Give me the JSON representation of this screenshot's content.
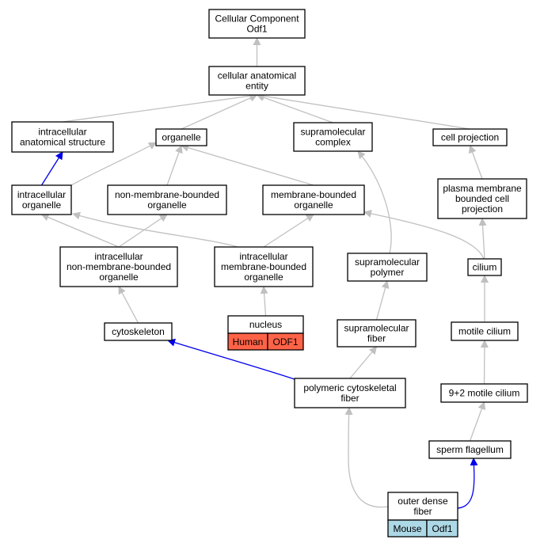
{
  "colors": {
    "human_cell": "#ff6347",
    "mouse_cell": "#add8e6",
    "edge_is_a": "#c0c0c0",
    "edge_part_of": "#0000ee"
  },
  "nodes": [
    {
      "id": "root",
      "lines": [
        "Cellular Component",
        "Odf1"
      ]
    },
    {
      "id": "cae",
      "lines": [
        "cellular anatomical",
        "entity"
      ]
    },
    {
      "id": "ias",
      "lines": [
        "intracellular",
        "anatomical structure"
      ]
    },
    {
      "id": "organelle",
      "lines": [
        "organelle"
      ]
    },
    {
      "id": "supcomplex",
      "lines": [
        "supramolecular",
        "complex"
      ]
    },
    {
      "id": "cellproj",
      "lines": [
        "cell projection"
      ]
    },
    {
      "id": "intraorg",
      "lines": [
        "intracellular",
        "organelle"
      ]
    },
    {
      "id": "nmbo",
      "lines": [
        "non-membrane-bounded",
        "organelle"
      ]
    },
    {
      "id": "mbo",
      "lines": [
        "membrane-bounded",
        "organelle"
      ]
    },
    {
      "id": "pmbcp",
      "lines": [
        "plasma membrane",
        "bounded cell",
        "projection"
      ]
    },
    {
      "id": "inmbo",
      "lines": [
        "intracellular",
        "non-membrane-bounded",
        "organelle"
      ]
    },
    {
      "id": "imbo",
      "lines": [
        "intracellular",
        "membrane-bounded",
        "organelle"
      ]
    },
    {
      "id": "suppoly",
      "lines": [
        "supramolecular",
        "polymer"
      ]
    },
    {
      "id": "cilium",
      "lines": [
        "cilium"
      ]
    },
    {
      "id": "cytoskeleton",
      "lines": [
        "cytoskeleton"
      ]
    },
    {
      "id": "nucleus",
      "lines": [
        "nucleus"
      ],
      "species": "Human",
      "gene": "ODF1"
    },
    {
      "id": "supfiber",
      "lines": [
        "supramolecular",
        "fiber"
      ]
    },
    {
      "id": "motcilium",
      "lines": [
        "motile cilium"
      ]
    },
    {
      "id": "pcf",
      "lines": [
        "polymeric cytoskeletal",
        "fiber"
      ]
    },
    {
      "id": "m92",
      "lines": [
        "9+2 motile cilium"
      ]
    },
    {
      "id": "sperm",
      "lines": [
        "sperm flagellum"
      ]
    },
    {
      "id": "odf",
      "lines": [
        "outer dense",
        "fiber"
      ],
      "species": "Mouse",
      "gene": "Odf1"
    }
  ]
}
